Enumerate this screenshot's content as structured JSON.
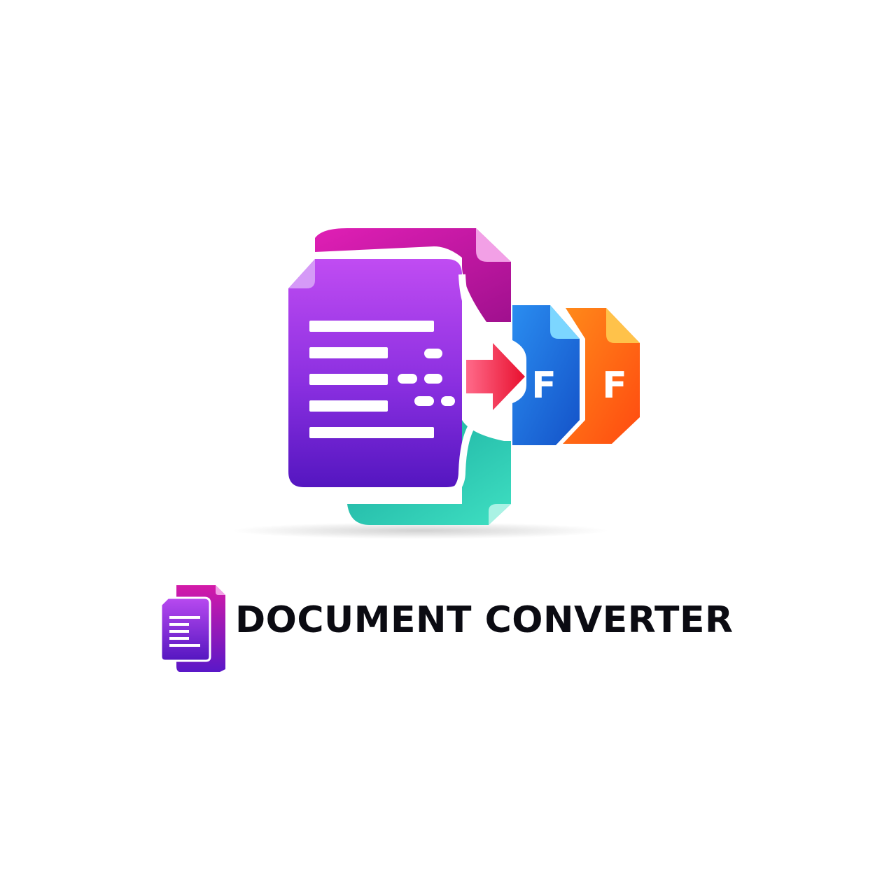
{
  "brand": {
    "name": "DOCUMENT CONVERTER",
    "badge_letters": [
      "F",
      "F"
    ]
  },
  "colors": {
    "background": "#ffffff",
    "wordmark": "#0b0b12",
    "magenta": "#d41aa8",
    "purple_top": "#b24cf0",
    "purple_bottom": "#5a18c8",
    "teal": "#22c9b0",
    "arrow_red": "#ee1b45",
    "blue": "#1c6fe0",
    "orange": "#ff6a12"
  },
  "icons": [
    "document-stack-icon",
    "arrow-right-icon",
    "file-f-icon"
  ]
}
